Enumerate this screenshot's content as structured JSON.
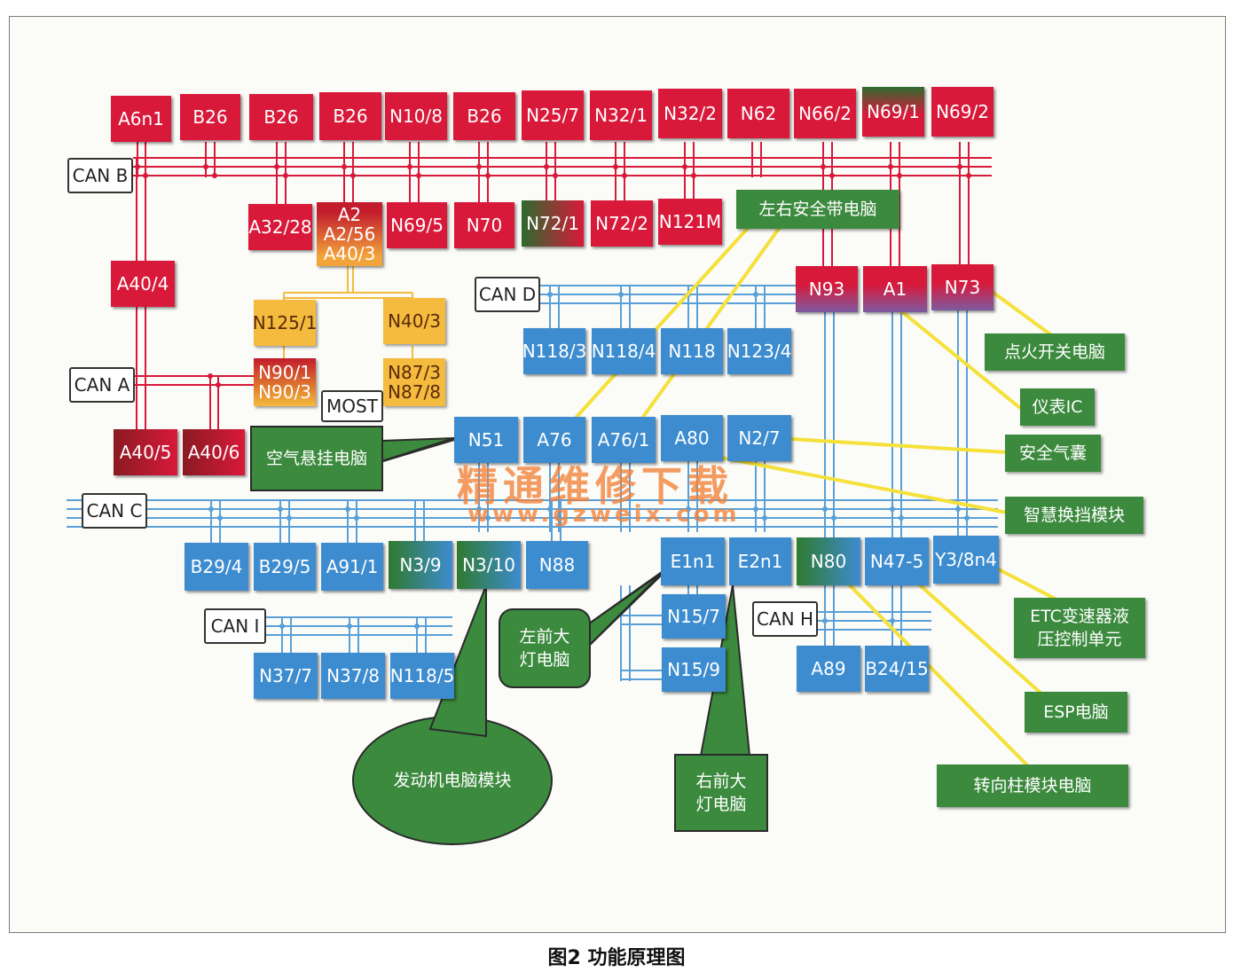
{
  "bus_labels": {
    "can_b": "CAN B",
    "can_a": "CAN A",
    "can_c": "CAN C",
    "can_d": "CAN D",
    "can_i": "CAN I",
    "can_h": "CAN H",
    "most": "MOST"
  },
  "red_top": [
    "A6n1",
    "B26",
    "B26",
    "B26",
    "N10/8",
    "B26",
    "N25/7",
    "N32/1",
    "N32/2",
    "N62",
    "N66/2",
    "N69/1",
    "N69/2"
  ],
  "red_mid": [
    "A32/28",
    "A2\nA2/56\nA40/3",
    "N69/5",
    "N70",
    "N72/1",
    "N72/2",
    "N121M"
  ],
  "red_left": [
    "A40/4",
    "A40/5",
    "A40/6"
  ],
  "red_right": [
    "N93",
    "A1",
    "N73"
  ],
  "yellow": [
    "N125/1",
    "N40/3",
    "N90/1\nN90/3",
    "N87/3\nN87/8"
  ],
  "blue_cand": [
    "N118/3",
    "N118/4",
    "N118",
    "N123/4"
  ],
  "blue_row": [
    "N51",
    "A76",
    "A76/1",
    "A80",
    "N2/7"
  ],
  "blue_canc": [
    "B29/4",
    "B29/5",
    "A91/1",
    "N3/9",
    "N3/10",
    "N88",
    "E1n1",
    "E2n1",
    "N80",
    "N47-5",
    "Y3/8n4"
  ],
  "blue_misc": [
    "N15/7",
    "N15/9",
    "A89",
    "B24/15"
  ],
  "blue_cani": [
    "N37/7",
    "N37/8",
    "N118/5"
  ],
  "notes": {
    "seatbelt": "左右安全带电脑",
    "ignition": "点火开关电脑",
    "cluster": "仪表IC",
    "airbag": "安全气囊",
    "shift": "智慧换挡模块",
    "etc": "ETC变速器液\n压控制单元",
    "esp": "ESP电脑",
    "steering": "转向柱模块电脑",
    "air_susp": "空气悬挂电脑",
    "left_lamp": "左前大\n灯电脑",
    "engine": "发动机电脑模块",
    "right_lamp": "右前大\n灯电脑"
  },
  "watermark": {
    "line1": "精通维修下载",
    "line2": "www.gzweix.com"
  },
  "caption": "图2  功能原理图",
  "colors": {
    "red": "#d8193a",
    "blue": "#3d8ccf",
    "yellow": "#f4bb3e",
    "green": "#3c8a3e",
    "bus_red": "#d8193a",
    "bus_blue": "#5aa0d8",
    "pointer": "#f5e13a"
  }
}
